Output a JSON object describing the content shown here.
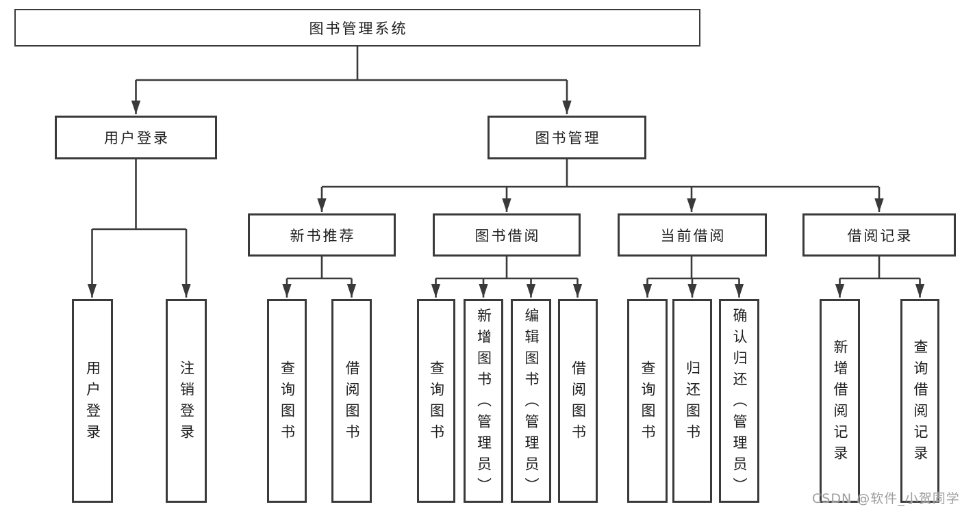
{
  "diagram": {
    "root": {
      "label": "图书管理系统"
    },
    "branches": [
      {
        "label": "用户登录",
        "children": [
          {
            "label": "用户登录"
          },
          {
            "label": "注销登录"
          }
        ]
      },
      {
        "label": "图书管理",
        "children": [
          {
            "label": "新书推荐",
            "children": [
              {
                "label": "查询图书"
              },
              {
                "label": "借阅图书"
              }
            ]
          },
          {
            "label": "图书借阅",
            "children": [
              {
                "label": "查询图书"
              },
              {
                "label": "新增图书（管理员）"
              },
              {
                "label": "编辑图书（管理员）"
              },
              {
                "label": "借阅图书"
              }
            ]
          },
          {
            "label": "当前借阅",
            "children": [
              {
                "label": "查询图书"
              },
              {
                "label": "归还图书"
              },
              {
                "label": "确认归还（管理员）"
              }
            ]
          },
          {
            "label": "借阅记录",
            "children": [
              {
                "label": "新增借阅记录"
              },
              {
                "label": "查询借阅记录"
              }
            ]
          }
        ]
      }
    ],
    "watermark": "CSDN @软件_小贺同学",
    "colors": {
      "line": "#3a3a3a",
      "box_border": "#3a3a3a",
      "box_fill": "#ffffff",
      "text": "#1e1e1e",
      "watermark": "#9e9e9e",
      "background": "#ffffff"
    }
  }
}
